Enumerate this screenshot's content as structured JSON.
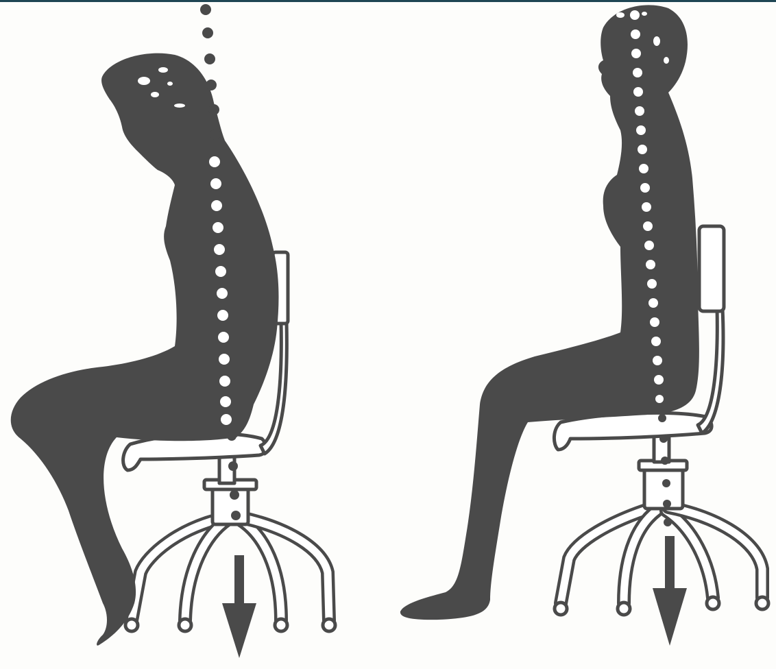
{
  "image": {
    "title": "",
    "colors": {
      "background": "#fdfdfb",
      "silhouette": "#4a4a4a",
      "marker": "#ffffff",
      "top_band": "#1f4654"
    }
  },
  "figures": [
    {
      "posture": "slouched",
      "spine_marker_count": 16
    },
    {
      "posture": "upright",
      "spine_marker_count": 20
    }
  ]
}
